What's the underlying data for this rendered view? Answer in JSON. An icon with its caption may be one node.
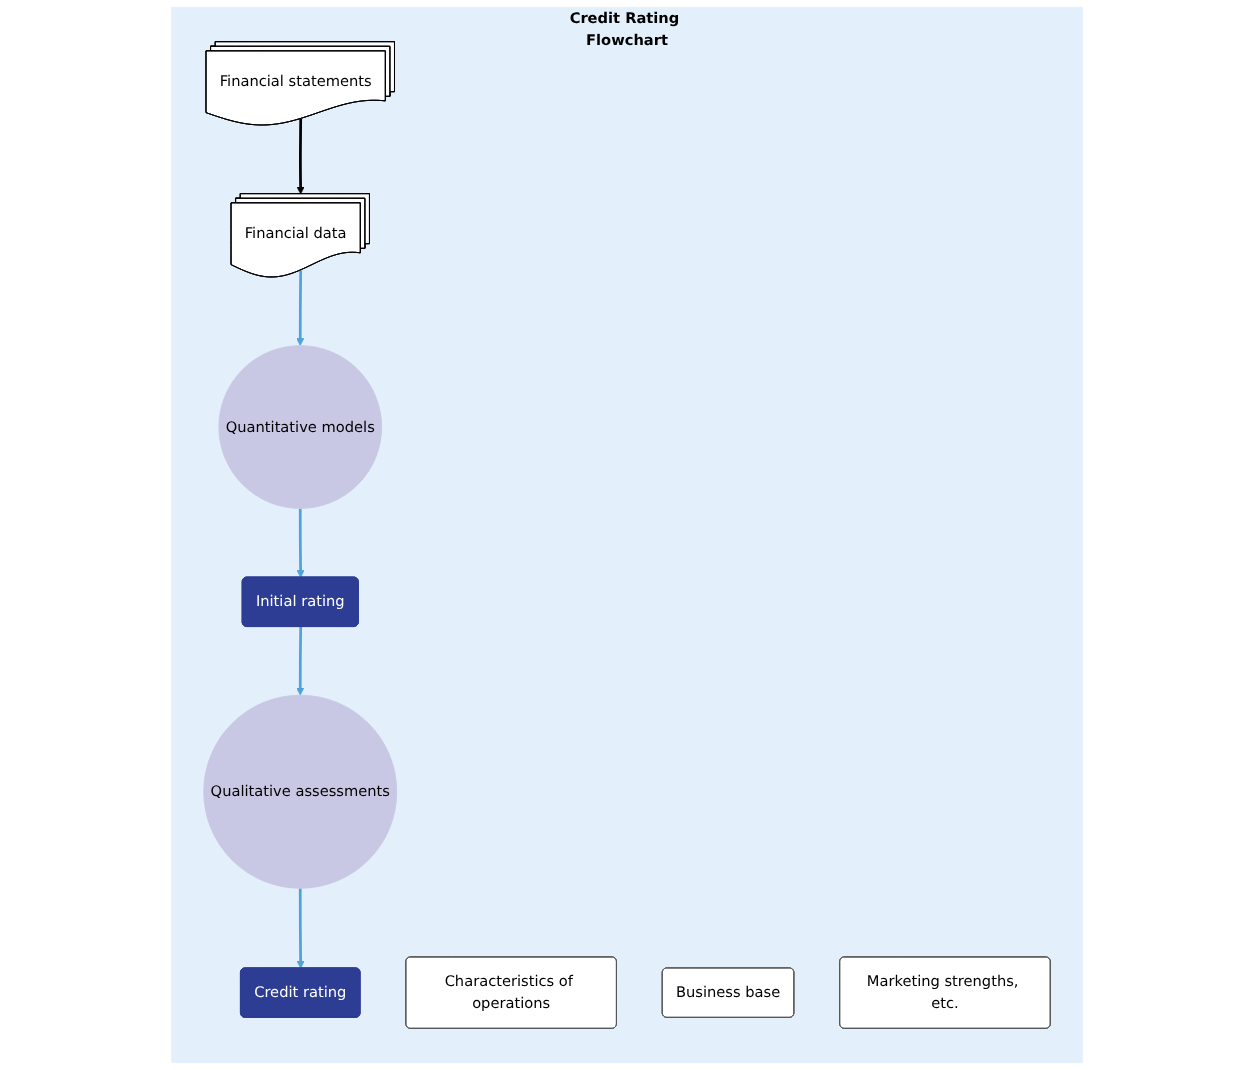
{
  "diagram": {
    "nodes": [
      {
        "text": [
          "Credit Rating Flowchart"
        ]
      },
      {
        "text": [
          "Financial statements"
        ],
        "in": 0
      },
      {
        "text": [
          "Financial data"
        ],
        "in": 0
      },
      {
        "text": [
          "Quantitative models"
        ],
        "in": 0
      },
      {
        "text": [
          "Initial rating"
        ],
        "in": 0
      },
      {
        "text": [
          "Qualitative assessments"
        ],
        "in": 0
      },
      {
        "text": [
          "Characteristics of operations"
        ],
        "in": 0
      },
      {
        "text": [
          "Business base"
        ],
        "in": 0
      },
      {
        "text": [
          "Marketing strengths, etc."
        ],
        "in": 0
      },
      {
        "text": [
          "Credit rating"
        ],
        "in": 0
      }
    ],
    "edges": [
      {
        "from": 1,
        "to": 2,
        "arrow": "to",
        "color": "#000000"
      },
      {
        "from": 2,
        "to": 3,
        "arrow": "to"
      },
      {
        "from": 3,
        "to": 4,
        "arrow": "to"
      },
      {
        "from": 4,
        "to": 5,
        "arrow": "to"
      },
      {
        "from": 5,
        "to": 9,
        "arrow": "to"
      }
    ]
  }
}
